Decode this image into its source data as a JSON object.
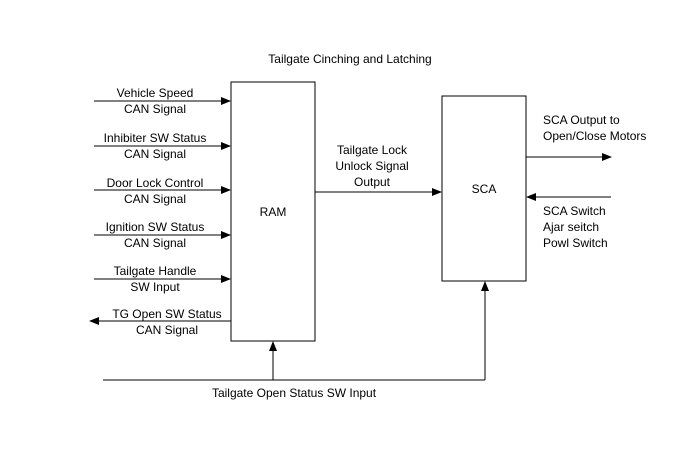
{
  "title": "Tailgate Cinching and Latching",
  "blocks": {
    "ram": "RAM",
    "sca": "SCA"
  },
  "inputs": [
    {
      "line1": "Vehicle Speed",
      "line2": "CAN Signal"
    },
    {
      "line1": "Inhibiter SW Status",
      "line2": "CAN Signal"
    },
    {
      "line1": "Door Lock Control",
      "line2": "CAN Signal"
    },
    {
      "line1": "Ignition SW Status",
      "line2": "CAN Signal"
    },
    {
      "line1": "Tailgate Handle",
      "line2": "SW Input"
    },
    {
      "line1": "TG Open SW Status",
      "line2": "CAN Signal"
    }
  ],
  "ram_to_sca": {
    "line1": "Tailgate Lock",
    "line2": "Unlock Signal",
    "line3": "Output"
  },
  "sca_output": {
    "line1": "SCA Output to",
    "line2": "Open/Close Motors"
  },
  "sca_inputs": {
    "line1": "SCA Switch",
    "line2": "Ajar seitch",
    "line3": "Powl Switch"
  },
  "bottom_input": "Tailgate Open Status SW Input"
}
